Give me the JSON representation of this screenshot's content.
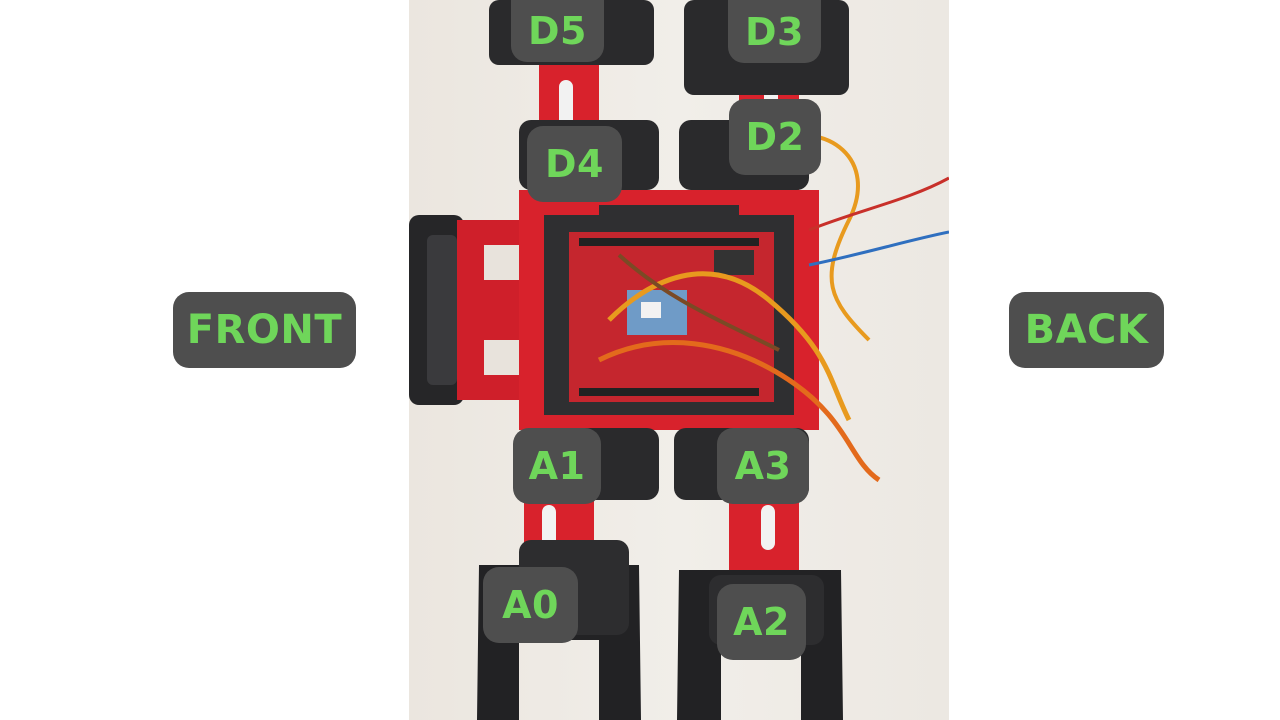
{
  "orientation": {
    "front_label": "FRONT",
    "back_label": "BACK"
  },
  "servo_labels": {
    "d5": "D5",
    "d3": "D3",
    "d4": "D4",
    "d2": "D2",
    "a1": "A1",
    "a3": "A3",
    "a0": "A0",
    "a2": "A2"
  },
  "colors": {
    "label_background": "#4e4e4e",
    "label_text": "#6fd65a",
    "frame_red": "#d8222c",
    "servo_black": "#2a2a2c"
  }
}
